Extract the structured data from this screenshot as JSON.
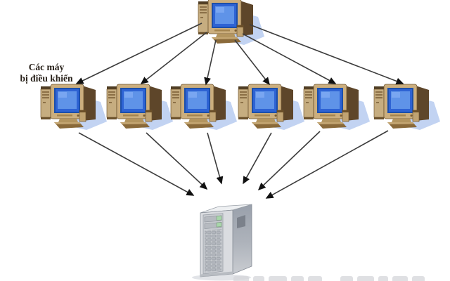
{
  "labels": {
    "controlled_machines": {
      "line1": "Các máy",
      "line2": "bị điều khiển"
    }
  },
  "diagram": {
    "type": "network-topology",
    "description_from_pixels": "One computer at top fans out arrows to six computers in a row (labelled 'Các máy bị điều khiển'); all six computers send arrows converging down onto one server tower at bottom center.",
    "nodes": [
      {
        "id": "top-computer",
        "kind": "computer"
      },
      {
        "id": "controlled-computer-1",
        "kind": "computer"
      },
      {
        "id": "controlled-computer-2",
        "kind": "computer"
      },
      {
        "id": "controlled-computer-3",
        "kind": "computer"
      },
      {
        "id": "controlled-computer-4",
        "kind": "computer"
      },
      {
        "id": "controlled-computer-5",
        "kind": "computer"
      },
      {
        "id": "controlled-computer-6",
        "kind": "computer"
      },
      {
        "id": "server",
        "kind": "server-tower"
      }
    ],
    "edges": [
      {
        "from": "top-computer",
        "to": "controlled-computer-1"
      },
      {
        "from": "top-computer",
        "to": "controlled-computer-2"
      },
      {
        "from": "top-computer",
        "to": "controlled-computer-3"
      },
      {
        "from": "top-computer",
        "to": "controlled-computer-4"
      },
      {
        "from": "top-computer",
        "to": "controlled-computer-5"
      },
      {
        "from": "top-computer",
        "to": "controlled-computer-6"
      },
      {
        "from": "controlled-computer-1",
        "to": "server"
      },
      {
        "from": "controlled-computer-2",
        "to": "server"
      },
      {
        "from": "controlled-computer-3",
        "to": "server"
      },
      {
        "from": "controlled-computer-4",
        "to": "server"
      },
      {
        "from": "controlled-computer-5",
        "to": "server"
      },
      {
        "from": "controlled-computer-6",
        "to": "server"
      }
    ],
    "label_attached_to": "controlled-computer-1"
  },
  "colors": {
    "background": "#ffffff",
    "arrow": "#3c3c3c",
    "arrowhead": "#111111",
    "pc_beige": "#cbae7e",
    "pc_dark_side": "#5e462a",
    "screen_blue": "#2e63d4",
    "screen_inner_blue": "#5f93e8",
    "pc_shadow_blue": "#b7cbf0",
    "server_front": "#dadce0",
    "server_side": "#9aa1ac",
    "server_bay_display_green": "#a8d6aa",
    "label_text": "#272019"
  }
}
